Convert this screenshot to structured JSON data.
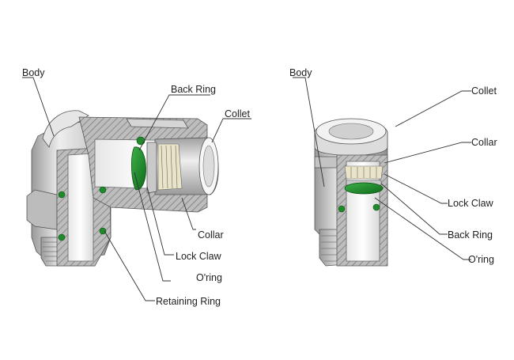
{
  "figures": [
    {
      "id": "elbow",
      "labels": {
        "body": "Body",
        "back_ring": "Back Ring",
        "collet": "Collet",
        "collar": "Collar",
        "lock_claw": "Lock Claw",
        "oring": "O'ring",
        "retaining_ring": "Retaining Ring"
      }
    },
    {
      "id": "straight",
      "labels": {
        "body": "Body",
        "collet": "Collet",
        "collar": "Collar",
        "lock_claw": "Lock Claw",
        "back_ring": "Back Ring",
        "oring": "O'ring"
      }
    }
  ],
  "colors": {
    "metal": "#cfcfcf",
    "metal_dark": "#8f8f8f",
    "metal_light": "#ececec",
    "hatch": "#777777",
    "seal_green": "#1e8a2a",
    "leader": "#333333",
    "text": "#1e1e1e"
  }
}
